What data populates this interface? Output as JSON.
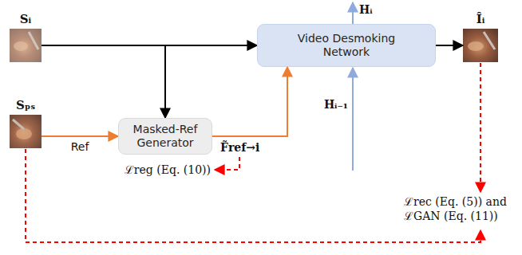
{
  "diagram": {
    "nodes": [
      {
        "text": [
          "Sᵢ"
        ]
      },
      {
        "text": [
          "Sₚₛ"
        ]
      },
      {
        "text": [
          "Masked-Ref Generator"
        ]
      },
      {
        "text": [
          "Video Desmoking Network"
        ]
      },
      {
        "text": [
          "Îᵢ"
        ]
      }
    ],
    "edges": [
      {
        "from": 0,
        "to": 3,
        "arrow": "to"
      },
      {
        "from": 0,
        "to": 2,
        "arrow": "to"
      },
      {
        "from": 1,
        "to": 2,
        "arrow": "to",
        "label": "Ref"
      },
      {
        "from": 2,
        "to": 3,
        "arrow": "to",
        "label": "F̃ref→i"
      },
      {
        "from": 3,
        "to": 4,
        "arrow": "to"
      }
    ],
    "labels": [
      "Hᵢ",
      "Hᵢ₋₁",
      "ℒreg (Eq. (10))",
      "ℒrec (Eq. (5)) and ℒGAN (Eq. (11))"
    ]
  }
}
